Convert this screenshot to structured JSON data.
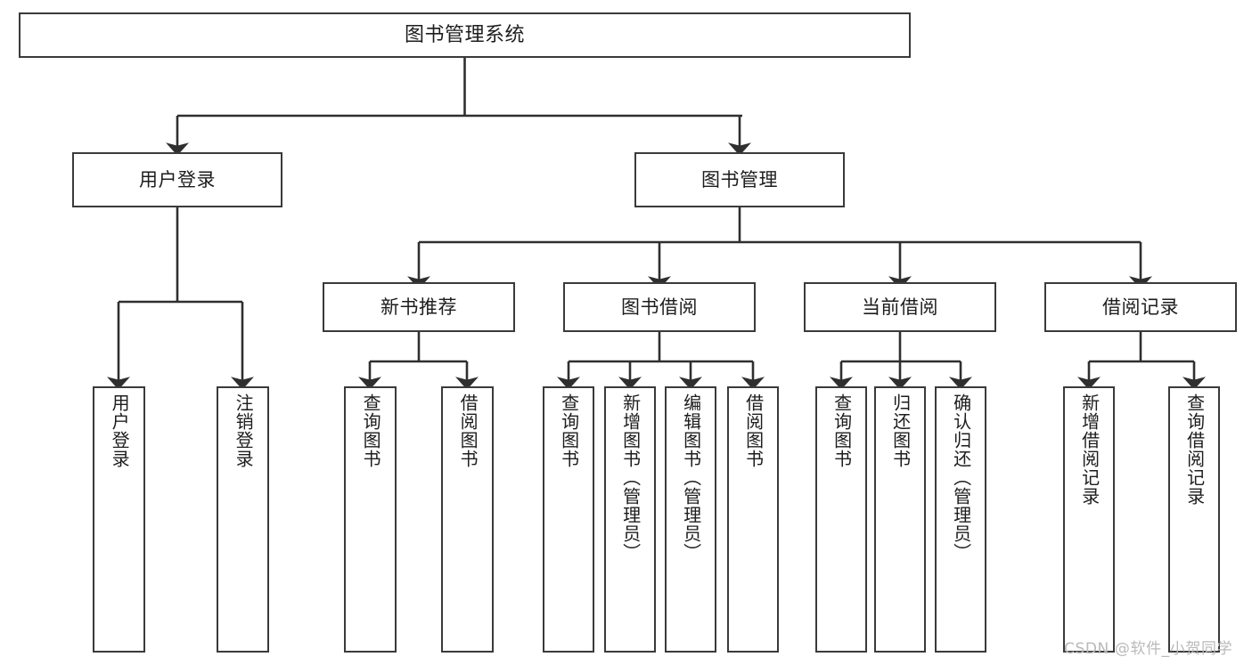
{
  "diagram": {
    "type": "tree",
    "title": "图书管理系统",
    "root": {
      "label": "图书管理系统"
    },
    "level1": [
      {
        "label": "用户登录"
      },
      {
        "label": "图书管理"
      }
    ],
    "level2": [
      {
        "label": "新书推荐"
      },
      {
        "label": "图书借阅"
      },
      {
        "label": "当前借阅"
      },
      {
        "label": "借阅记录"
      }
    ],
    "leaves": {
      "user_login": [
        {
          "label": "用户登录"
        },
        {
          "label": "注销登录"
        }
      ],
      "new_book_recommend": [
        {
          "label": "查询图书"
        },
        {
          "label": "借阅图书"
        }
      ],
      "book_borrow": [
        {
          "label": "查询图书"
        },
        {
          "label": "新增图书（管理员）"
        },
        {
          "label": "编辑图书（管理员）"
        },
        {
          "label": "借阅图书"
        }
      ],
      "current_borrow": [
        {
          "label": "查询图书"
        },
        {
          "label": "归还图书"
        },
        {
          "label": "确认归还（管理员）"
        }
      ],
      "borrow_record": [
        {
          "label": "新增借阅记录"
        },
        {
          "label": "查询借阅记录"
        }
      ]
    },
    "colors": {
      "border": "#3a3a3a",
      "text": "#1d1d1d",
      "background": "#ffffff",
      "watermark": "#b9b9b9"
    }
  },
  "watermark": {
    "text": "CSDN @软件_小贺同学"
  }
}
